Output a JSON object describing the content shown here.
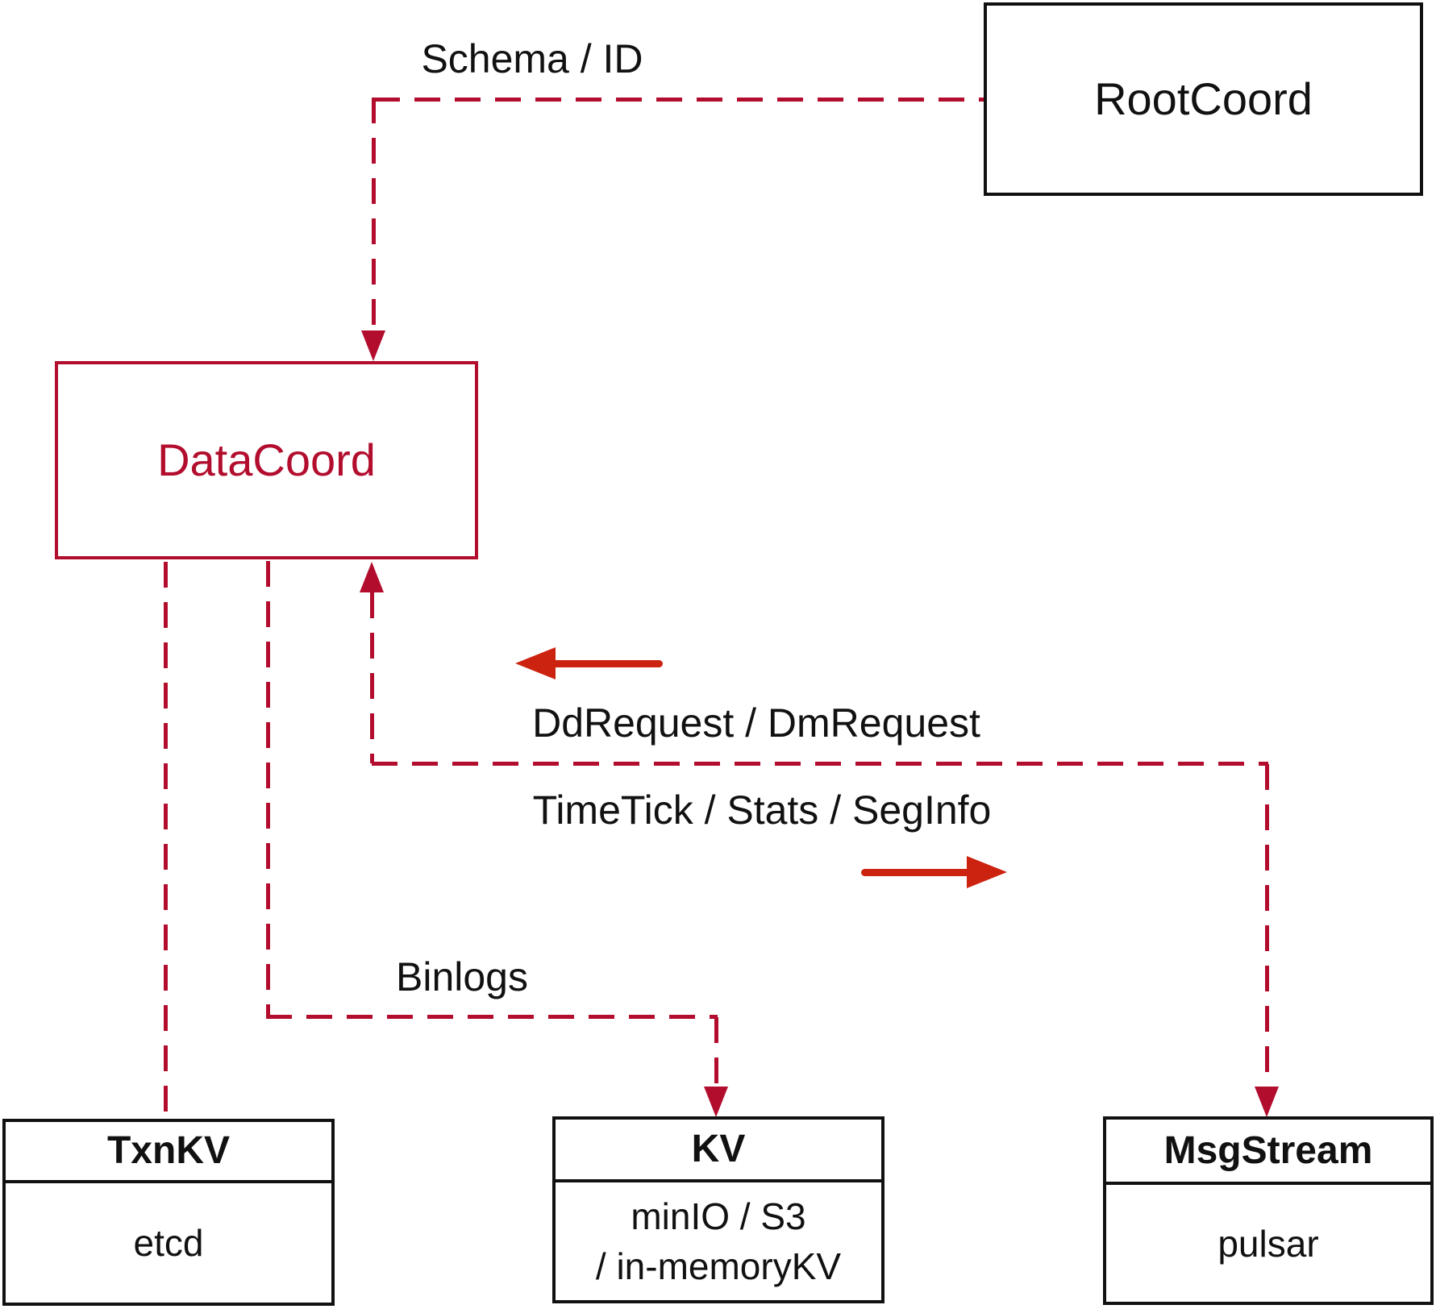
{
  "diagram": {
    "nodes": {
      "rootcoord": {
        "title": "RootCoord"
      },
      "datacoord": {
        "title": "DataCoord"
      },
      "txnkv": {
        "title": "TxnKV",
        "subtitle": "etcd"
      },
      "kv": {
        "title": "KV",
        "subtitle_line1": "minIO / S3",
        "subtitle_line2": "/ in-memoryKV"
      },
      "msgstream": {
        "title": "MsgStream",
        "subtitle": "pulsar"
      }
    },
    "edge_labels": {
      "schema_id": "Schema / ID",
      "dd_dm_request": "DdRequest / DmRequest",
      "timetick_stats_seginfo": "TimeTick / Stats / SegInfo",
      "binlogs": "Binlogs"
    },
    "colors": {
      "crimson": "#b30d2e",
      "arrow_red": "#cc2310",
      "ink": "#111111",
      "bg": "#ffffff"
    }
  }
}
